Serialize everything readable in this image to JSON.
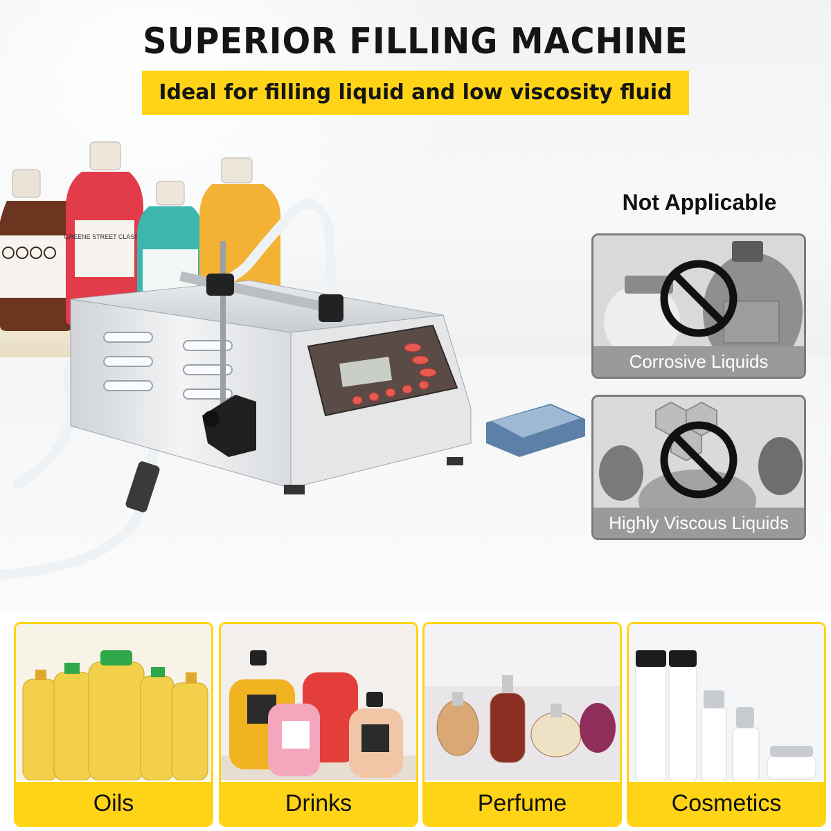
{
  "header": {
    "title": "SUPERIOR FILLING MACHINE",
    "subtitle": "Ideal for filling liquid and low viscosity fluid"
  },
  "not_applicable": {
    "heading": "Not Applicable",
    "items": [
      {
        "label": "Corrosive Liquids",
        "icon": "prohibited-icon"
      },
      {
        "label": "Highly Viscous Liquids",
        "icon": "prohibited-icon"
      }
    ]
  },
  "applications": [
    {
      "label": "Oils"
    },
    {
      "label": "Drinks"
    },
    {
      "label": "Perfume"
    },
    {
      "label": "Cosmetics"
    }
  ],
  "bottle_labels": [
    "GREENE STREET CLASSIC"
  ],
  "colors": {
    "accent_yellow": "#ffd416",
    "card_gray": "#9a9a9a",
    "text_dark": "#151515"
  }
}
